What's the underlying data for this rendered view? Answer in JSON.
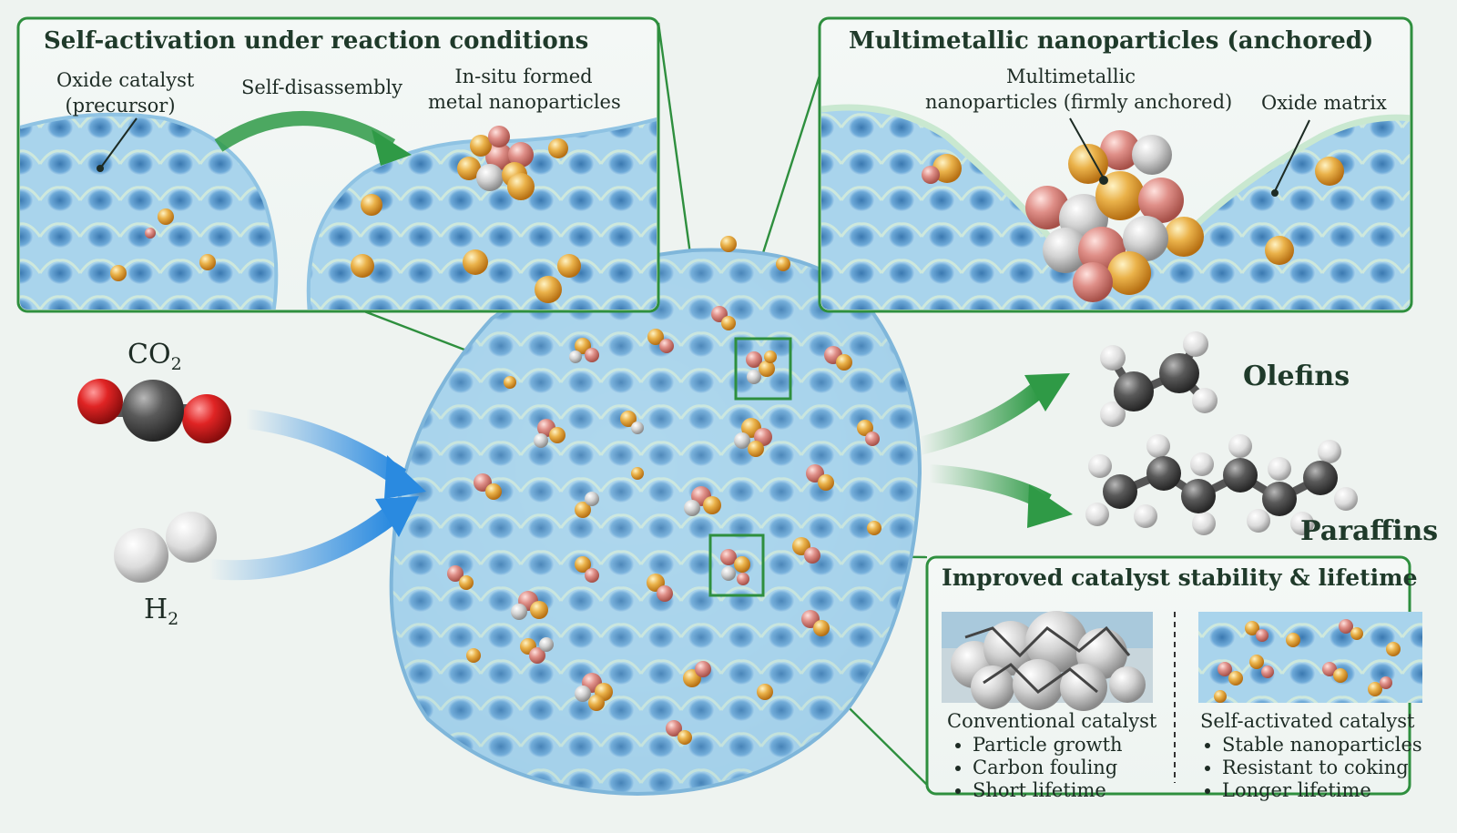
{
  "panel_left": {
    "title": "Self-activation under reaction conditions",
    "precursor_label_1": "Oxide catalyst",
    "precursor_label_2": "(precursor)",
    "arrow_label": "Self-disassembly",
    "insitu_label_1": "In-situ formed",
    "insitu_label_2": "metal nanoparticles"
  },
  "panel_right": {
    "title": "Multimetallic nanoparticles (anchored)",
    "np_label_1": "Multimetallic",
    "np_label_2": "nanoparticles (firmly anchored)",
    "matrix_label": "Oxide matrix"
  },
  "reactants": {
    "co2": "CO",
    "co2_sub": "2",
    "h2": "H",
    "h2_sub": "2"
  },
  "products": {
    "olefins": "Olefins",
    "paraffins": "Paraffins"
  },
  "stability_panel": {
    "title": "Improved catalyst stability & lifetime",
    "conventional": {
      "heading": "Conventional catalyst",
      "bullets": [
        "Particle growth",
        "Carbon fouling",
        "Short lifetime"
      ]
    },
    "self_activated": {
      "heading": "Self-activated catalyst",
      "bullets": [
        "Stable nanoparticles",
        "Resistant to coking",
        "Longer lifetime"
      ]
    }
  },
  "colors": {
    "frame_green": "#2e8f3e",
    "oxide_blue": "#9fcbe6",
    "oxide_light": "#cfe8d2",
    "gold": "#e3a63a",
    "copper": "#d98a86",
    "silver": "#c9c9c9",
    "arrow_blue": "#2a8ae0",
    "arrow_green": "#2f9a46"
  }
}
